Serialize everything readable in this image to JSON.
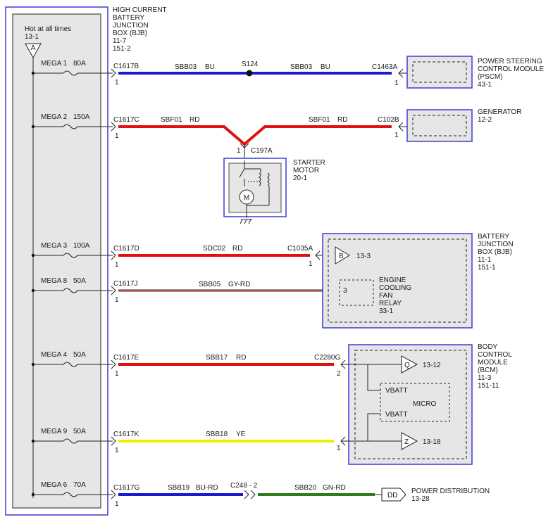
{
  "bjb_hc": {
    "lines": [
      "HIGH CURRENT",
      "BATTERY",
      "JUNCTION",
      "BOX (BJB)",
      "11-7",
      "151-2"
    ],
    "hot_label": "Hot at all times",
    "hot_ref": "13-1",
    "hot_tri": "A"
  },
  "fuses": [
    {
      "name": "MEGA 1",
      "amp": "80A"
    },
    {
      "name": "MEGA 2",
      "amp": "150A"
    },
    {
      "name": "MEGA 3",
      "amp": "100A"
    },
    {
      "name": "MEGA 8",
      "amp": "50A"
    },
    {
      "name": "MEGA 4",
      "amp": "50A"
    },
    {
      "name": "MEGA 9",
      "amp": "50A"
    },
    {
      "name": "MEGA 6",
      "amp": "70A"
    }
  ],
  "connectors": [
    "C1617B",
    "C1617C",
    "C1617D",
    "C1617J",
    "C1617E",
    "C1617K",
    "C1617G"
  ],
  "pin_one": "1",
  "wires": {
    "w1a": "SBB03",
    "w1a_c": "BU",
    "splice": "S124",
    "w1b": "SBB03",
    "w1b_c": "BU",
    "w2a": "SBF01",
    "w2a_c": "RD",
    "w2b": "SBF01",
    "w2b_c": "RD",
    "w3": "SDC02",
    "w3_c": "RD",
    "w4": "SBB05",
    "w4_c": "GY-RD",
    "w5": "SBB17",
    "w5_c": "RD",
    "w6": "SBB18",
    "w6_c": "YE",
    "w7a": "SBB19",
    "w7a_c": "BU-RD",
    "w7b": "SBB20",
    "w7b_c": "GN-RD"
  },
  "end_connectors": {
    "c1463a": "C1463A",
    "c102b": "C102B",
    "c197a": "C197A",
    "c1035a": "C1035A",
    "c2280g": "C2280G",
    "c248": "C248 - 2",
    "pin2": "2"
  },
  "pscm": {
    "lines": [
      "POWER STEERING",
      "CONTROL MODULE",
      "(PSCM)",
      "43-1"
    ]
  },
  "generator": {
    "lines": [
      "GENERATOR",
      "12-2"
    ]
  },
  "starter": {
    "lines": [
      "STARTER",
      "MOTOR",
      "20-1"
    ],
    "motor": "M"
  },
  "bjb": {
    "lines": [
      "BATTERY",
      "JUNCTION",
      "BOX (BJB)",
      "11-1",
      "151-1"
    ],
    "tri": "B",
    "tri_ref": "13-3"
  },
  "relay": {
    "pin": "3",
    "lines": [
      "ENGINE",
      "COOLING",
      "FAN",
      "RELAY",
      "33-1"
    ]
  },
  "bcm": {
    "lines": [
      "BODY",
      "CONTROL",
      "MODULE",
      "(BCM)",
      "11-3",
      "151-11"
    ],
    "q": "Q",
    "q_ref": "13-12",
    "z": "Z",
    "z_ref": "13-18",
    "vbatt1": "VBATT",
    "vbatt2": "VBATT",
    "micro": "MICRO"
  },
  "power_dist": {
    "label": "POWER DISTRIBUTION",
    "ref": "13-28",
    "flag": "DD"
  },
  "colors": {
    "blue": "#1a1ad0",
    "red": "#e01010",
    "green": "#2e7d1a",
    "yellow": "#f2ee00",
    "gray": "#9a9a9a",
    "box": "#3b3bd8",
    "fill": "#e6e6e6"
  }
}
